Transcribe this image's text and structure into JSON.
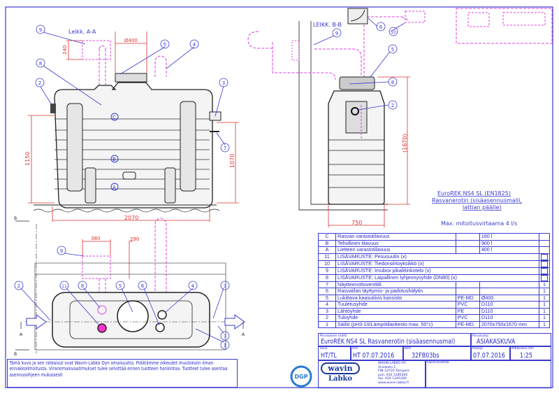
{
  "views": {
    "section_aa": "Leikk. A-A",
    "section_bb": "LEIKK. B-B",
    "dim_2070": "2070",
    "dim_1150": "1150",
    "dim_1070": "1070",
    "dim_400": "Ø400",
    "dim_240": "240",
    "dim_750": "750",
    "dim_1670": "(1670)",
    "dim_380": "380",
    "dim_290": "290",
    "section_letters": {
      "a": "A",
      "b": "B"
    },
    "zones": {
      "c": "C",
      "b": "B",
      "a": "A"
    },
    "callouts": {
      "n1": "1",
      "n2": "2",
      "n3": "3",
      "n4": "4",
      "n5": "5",
      "n6": "6",
      "n7": "7",
      "n8": "8",
      "n9": "9",
      "n10": "10",
      "n11": "11"
    }
  },
  "product_heading": {
    "line1": "EuroREK NS4 SL (EN1825)",
    "line2": "Rasvanerotin (sisäasennusmalli,",
    "line3": "lattian päälle)",
    "flow": "Max. mitoitusvirtaama 4 l/s"
  },
  "parts_table": [
    {
      "no": "C",
      "desc": "Rasvan varastotilavuus",
      "mat": "",
      "size": "160 l",
      "qty": ""
    },
    {
      "no": "B",
      "desc": "Tehollinen tilavuus",
      "mat": "",
      "size": "900 l",
      "qty": ""
    },
    {
      "no": "A",
      "desc": "Lietteen varastotilavuus",
      "mat": "",
      "size": "400 l",
      "qty": ""
    },
    {
      "no": "11",
      "desc": "LISÄVARUSTE: Pesusuutin (x)",
      "checkbox": true
    },
    {
      "no": "10",
      "desc": "LISÄVARUSTE: Tiedonsiirtoyksikkö (x)",
      "checkbox": true
    },
    {
      "no": "9",
      "desc": "LISÄVARUSTE: Imubox pikaliitinkotelo (x)",
      "checkbox": true
    },
    {
      "no": "8",
      "desc": "LISÄVARUSTE: Laipallinen tyhjennysyhde (DN80) (x)",
      "checkbox": true
    },
    {
      "no": "7",
      "desc": "Näytteenottoventtiili",
      "mat": "",
      "size": "",
      "qty": "1"
    },
    {
      "no": "6",
      "desc": "Rasvatilan täyttymis- ja padotushälytin",
      "mat": "",
      "size": "",
      "qty": "1"
    },
    {
      "no": "5",
      "desc": "Lukittava kaasutiivis kansisto",
      "mat": "PE-MD",
      "size": "Ø400",
      "qty": "1"
    },
    {
      "no": "4",
      "desc": "Tuuletusyhde",
      "mat": "PVC",
      "size": "D110",
      "qty": "1"
    },
    {
      "no": "3",
      "desc": "Lähtöyhde",
      "mat": "PE",
      "size": "D110",
      "qty": "1"
    },
    {
      "no": "2",
      "desc": "Tuloyhde",
      "mat": "PVC",
      "size": "D110",
      "qty": "1"
    },
    {
      "no": "1",
      "desc": "Säiliö (pH3-10/Lämpötilankesto max. 50°c)",
      "mat": "PE-MD",
      "size": "2070x750x1670 mm",
      "qty": "1"
    }
  ],
  "title_block": {
    "content_label": "Piirustuksen sisältö",
    "content": "EuroREK NS4 SL Rasvanerotin (sisäasennusmal)",
    "type_label": "Piirustuslaji",
    "type": "ASIAKASKUVA",
    "designer_label": "Suun.",
    "designer": "HT/TL",
    "drawn_label": "Piirt.",
    "drawn": "HT 07.07.2016",
    "name_label": "Nimi",
    "name": "32FB03bs",
    "date_label": "Päiväys",
    "date": "07.07.2016",
    "scale_label": "Mittakaava (A4)",
    "scale": "1:25",
    "site_label": "Rakennuskohde",
    "company": {
      "logo_top": "wavin",
      "logo_bottom": "Labko",
      "name": "WAVIN-LABKO OY",
      "street": "Visiokatu 1",
      "city": "FIN-33720 Tampere",
      "phone": "puh. 020 1285200",
      "fax": "fax. 020 1285280",
      "web": "www.wavin-labko.fi"
    },
    "cert_logo": "DGP"
  },
  "notice": "Tämä kuva ja sen ratkaisut ovat Wavin-Labko Oyn omaisuutta. Pidätämme oikeudet muutoksiin ilman ennakkoilmoitusta. Viranomaisvaatimukset tulee selvittää ennen tuotteen hankintaa. Tuotteet tulee asentaa asennusohjeen mukaisesti",
  "colors": {
    "frame": "#3a3ad0",
    "dimension": "#e03030",
    "option_pink": "#e040e0",
    "drawing": "#222222"
  }
}
